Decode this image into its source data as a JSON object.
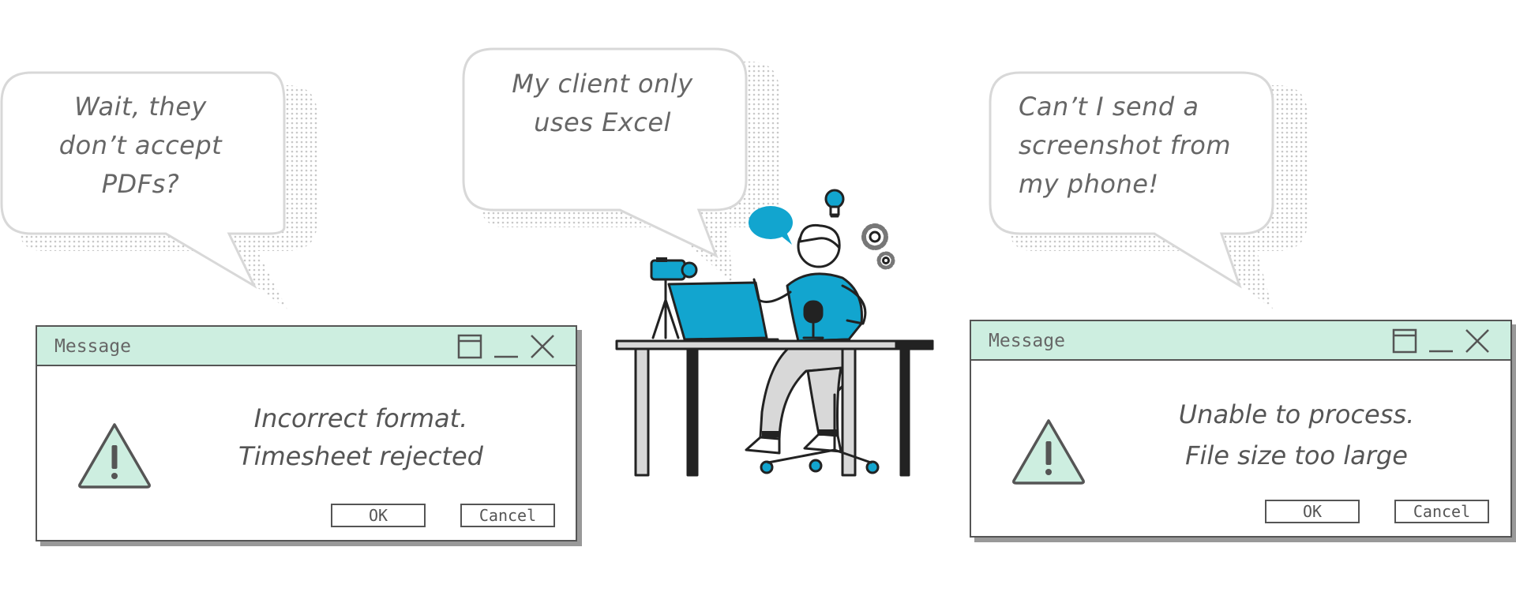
{
  "bubbles": [
    {
      "lines": [
        "Wait, they",
        "don’t accept",
        "PDFs?"
      ]
    },
    {
      "lines": [
        "My client only",
        "uses Excel"
      ]
    },
    {
      "lines": [
        "Can’t I send a",
        "screenshot from",
        "my phone!"
      ]
    }
  ],
  "dialogs": [
    {
      "title": "Message",
      "message_lines": [
        "Incorrect format.",
        "Timesheet rejected"
      ],
      "ok_label": "OK",
      "cancel_label": "Cancel"
    },
    {
      "title": "Message",
      "message_lines": [
        "Unable to process.",
        "File size too large"
      ],
      "ok_label": "OK",
      "cancel_label": "Cancel"
    }
  ],
  "colors": {
    "titlebar": "#cdeee0",
    "warning_fill": "#cdeee0",
    "accent_blue": "#12a5cf",
    "outline": "#555555"
  },
  "icons": {
    "restore": "restore-icon",
    "minimize": "minimize-icon",
    "close": "close-icon",
    "warning": "warning-triangle-icon"
  }
}
